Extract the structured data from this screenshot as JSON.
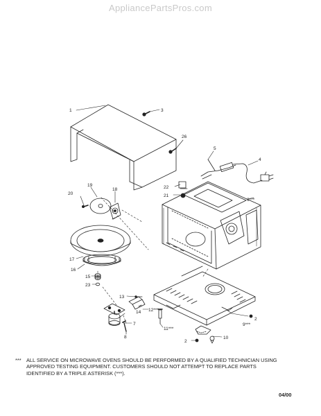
{
  "header": {
    "watermark": "AppliancePartsPros.com"
  },
  "callouts": {
    "c1": "1",
    "c3": "3",
    "c26": "26",
    "c5": "5",
    "c4": "4",
    "c22": "22",
    "c21": "21",
    "c6": "6***",
    "c19": "19",
    "c20": "20",
    "c18": "18",
    "c17": "17",
    "c16": "16",
    "c15": "15",
    "c23": "23",
    "c13": "13",
    "c12": "12***",
    "c9": "9***",
    "c2a": "2",
    "c14": "14",
    "c7": "7",
    "c8": "8",
    "c11": "11***",
    "c2b": "2",
    "c10": "10"
  },
  "footer": {
    "stars": "***",
    "note": "ALL SERVICE ON MICROWAVE OVENS SHOULD BE PERFORMED BY A QUALIFIED TECHNICIAN USING\nAPPROVED TESTING EQUIPMENT.  CUSTOMERS SHOULD NOT ATTEMPT TO REPLACE PARTS\nIDENTIFIED BY A TRIPLE ASTERISK (***).",
    "date": "04/00"
  }
}
